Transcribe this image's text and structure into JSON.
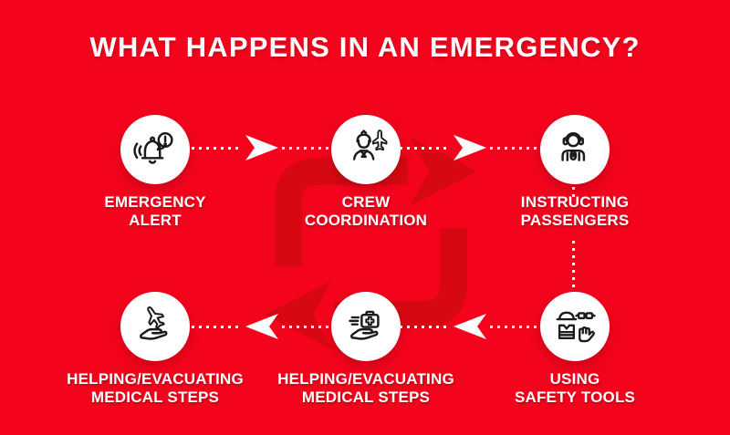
{
  "title": "WHAT HAPPENS IN AN EMERGENCY?",
  "colors": {
    "background": "#F3041C",
    "watermark_red": "#D80812",
    "circle_fill": "#FFFFFF",
    "icon_stroke": "#1B1B1B",
    "text": "#FFFFFF",
    "connector": "#FFFFFF"
  },
  "steps": [
    {
      "name": "emergency-alert",
      "icon": "alert-bell-icon",
      "label_line1": "EMERGENCY",
      "label_line2": "ALERT"
    },
    {
      "name": "crew-coordination",
      "icon": "flight-attendant-airplane-icon",
      "label_line1": "CREW",
      "label_line2": "COORDINATION"
    },
    {
      "name": "instructing-passengers",
      "icon": "headset-announcer-icon",
      "label_line1": "INSTRUCTING",
      "label_line2": "PASSENGERS"
    },
    {
      "name": "using-safety-tools",
      "icon": "safety-gear-icon",
      "label_line1": "USING",
      "label_line2": "SAFETY TOOLS"
    },
    {
      "name": "helping-evacuating-medical-steps",
      "icon": "first-aid-kit-hand-icon",
      "label_line1": "HELPING/EVACUATING",
      "label_line2": "MEDICAL STEPS"
    },
    {
      "name": "helping-evacuating-medical-steps-2",
      "icon": "airplane-hand-icon",
      "label_line1": "HELPING/EVACUATING",
      "label_line2": "MEDICAL STEPS"
    }
  ],
  "flow": {
    "top_row_direction": "right",
    "bottom_row_direction": "left"
  }
}
